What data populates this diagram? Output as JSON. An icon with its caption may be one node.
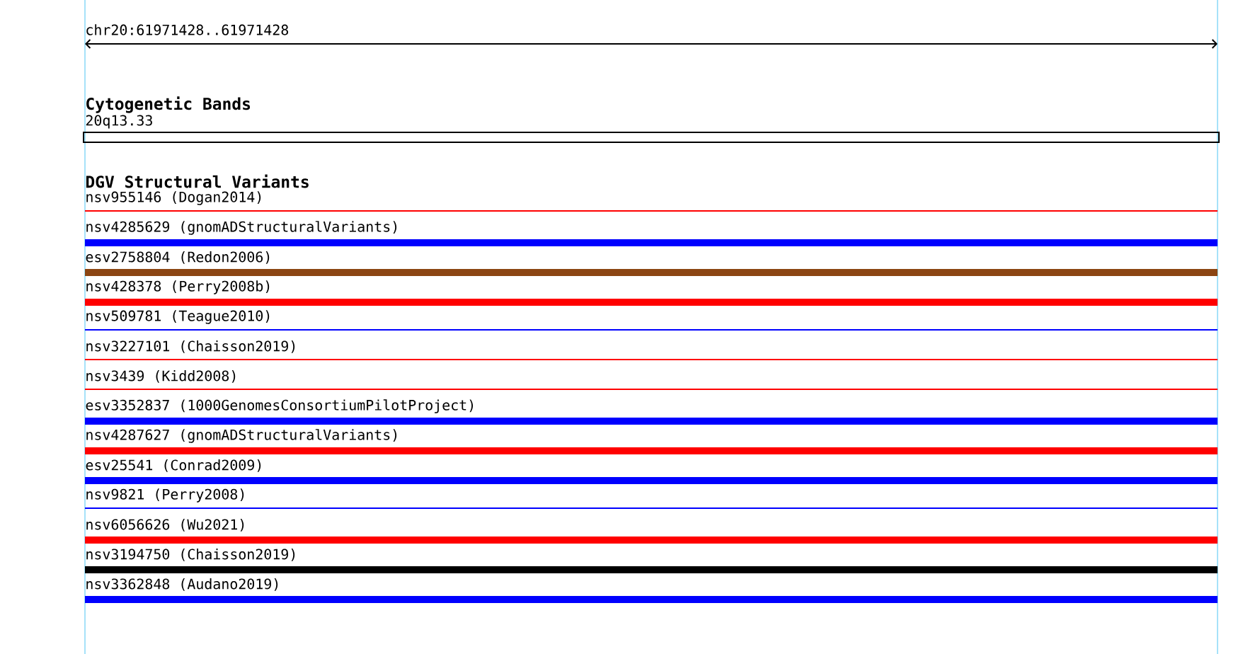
{
  "diagram": {
    "labels": [
      "chr20:61971428..61971428",
      "Cytogenetic Bands",
      "20q13.33",
      "DGV Structural Variants",
      "nsv955146 (Dogan2014)",
      "nsv4285629 (gnomADStructuralVariants)",
      "esv2758804 (Redon2006)",
      "nsv428378 (Perry2008b)",
      "nsv509781 (Teague2010)",
      "nsv3227101 (Chaisson2019)",
      "nsv3439 (Kidd2008)",
      "esv3352837 (1000GenomesConsortiumPilotProject)",
      "nsv4287627 (gnomADStructuralVariants)",
      "esv25541 (Conrad2009)",
      "nsv9821 (Perry2008)",
      "nsv6056626 (Wu2021)",
      "nsv3194750 (Chaisson2019)",
      "nsv3362848 (Audano2019)"
    ]
  }
}
